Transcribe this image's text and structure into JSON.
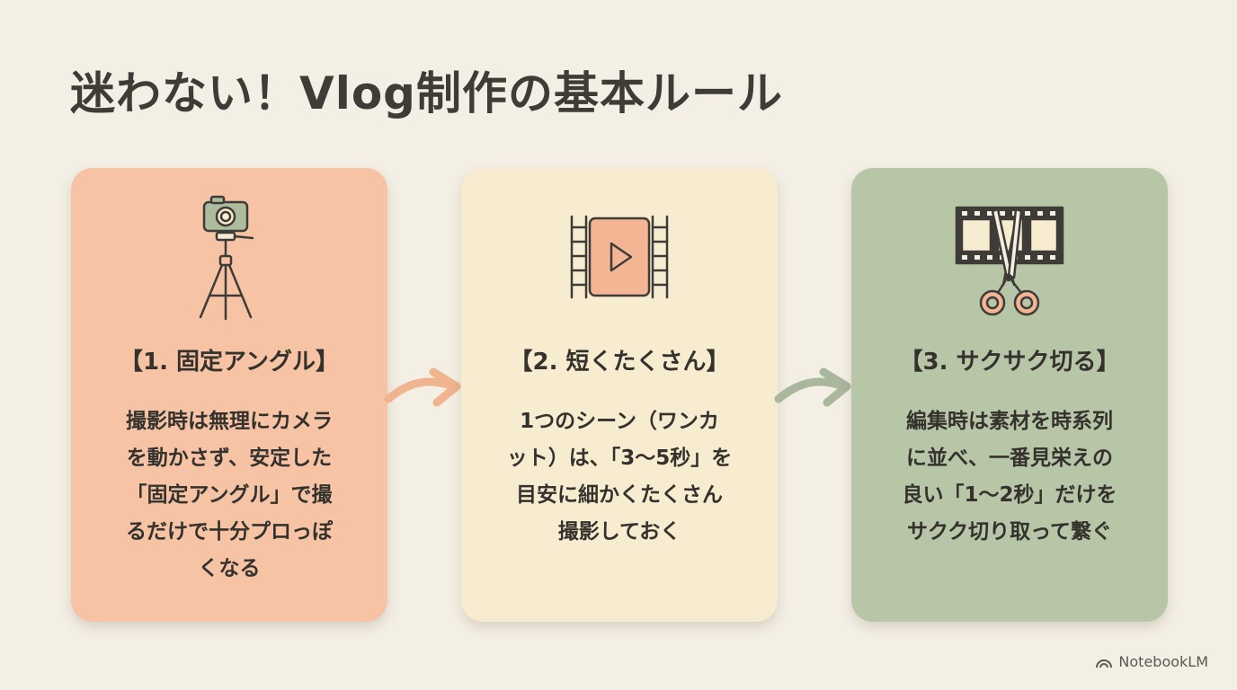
{
  "title": "迷わない！Vlog制作の基本ルール",
  "steps": [
    {
      "title": "【1. 固定アングル】",
      "lines": [
        "撮影時は無理にカメラ",
        "を動かさず、安定した",
        "「固定アングル」で撮",
        "るだけで十分プロっぽ",
        "くなる"
      ],
      "icon": "camera-tripod-icon",
      "color": "#f6c3a5"
    },
    {
      "title": "【2. 短くたくさん】",
      "lines": [
        "1つのシーン（ワンカ",
        "ット）は、「3〜5秒」を",
        "目安に細かくたくさん",
        "撮影しておく"
      ],
      "icon": "film-play-icon",
      "color": "#f7ecd0"
    },
    {
      "title": "【3. サクサク切る】",
      "lines": [
        "編集時は素材を時系列",
        "に並べ、一番見栄えの",
        "良い「1〜2秒」だけを",
        "サクク切り取って繋ぐ"
      ],
      "icon": "film-scissors-icon",
      "color": "#b7c6a7"
    }
  ],
  "arrows": [
    {
      "color": "#f0b48e"
    },
    {
      "color": "#a9b79c"
    }
  ],
  "brand": "NotebookLM"
}
